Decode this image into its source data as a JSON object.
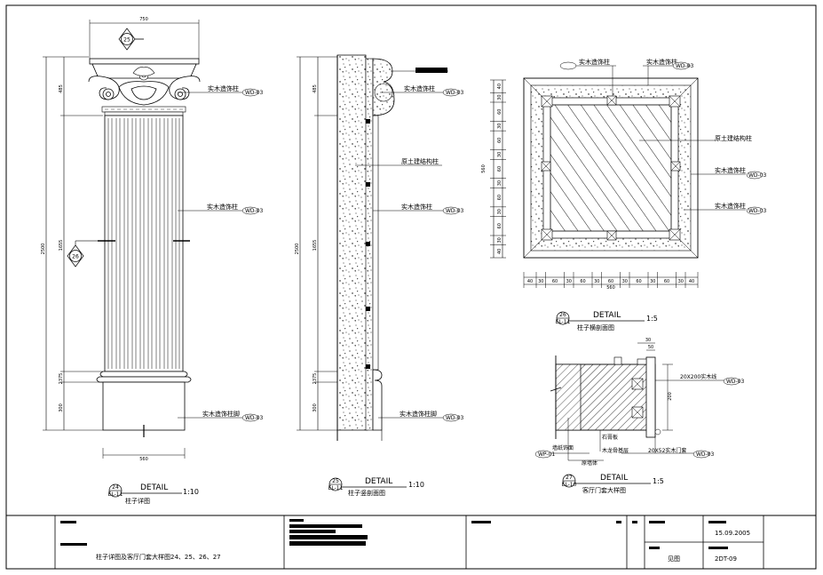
{
  "drawing": {
    "colors": {
      "line": "#000000",
      "paper": "#ffffff",
      "redaction": "#000000"
    },
    "details": [
      {
        "id": "detail-24",
        "num": "24",
        "sheet": "EL-11",
        "header": "DETAIL",
        "scale": "1:10",
        "subtitle": "柱子详图",
        "dims": {
          "top_width": "750",
          "base_width": "560",
          "total_height": "2500",
          "capital_h": "485",
          "shaft_h": "1655",
          "base_ring": "2375",
          "plinth_h": "300"
        },
        "callouts": [
          {
            "text": "实木造饰柱",
            "ref": "WD-03"
          },
          {
            "text": "实木造饰柱",
            "ref": "WD-03"
          },
          {
            "text": "实木造饰柱脚",
            "ref": "WD-03"
          }
        ],
        "bubble_top": "25",
        "bubble_mid": "26"
      },
      {
        "id": "detail-25",
        "num": "25",
        "sheet": "EL-11",
        "header": "DETAIL",
        "scale": "1:10",
        "subtitle": "柱子竖剖面图",
        "dims": {
          "total_height": "2500",
          "capital_h": "485",
          "shaft_h": "1655",
          "base_ring": "2375",
          "plinth_h": "300"
        },
        "callouts": [
          {
            "text": "实木造饰柱",
            "ref": "WD-03"
          },
          {
            "text": "原土建结构柱",
            "ref": ""
          },
          {
            "text": "实木造饰柱",
            "ref": "WD-03"
          },
          {
            "text": "实木造饰柱脚",
            "ref": "WD-03"
          }
        ]
      },
      {
        "id": "detail-26",
        "num": "26",
        "sheet": "EL-11",
        "header": "DETAIL",
        "scale": "1:5",
        "subtitle": "柱子横剖面图",
        "dims": {
          "overall": "560",
          "left_total": "560",
          "side_segments": [
            "40",
            "30",
            "60",
            "30",
            "60",
            "30",
            "60",
            "30",
            "60",
            "30",
            "60",
            "30",
            "40"
          ]
        },
        "callouts": [
          {
            "text": "实木造饰柱",
            "ref": "WD-03"
          },
          {
            "text": "实木造饰柱",
            "ref": "WD-03"
          },
          {
            "text": "原土建结构柱",
            "ref": ""
          },
          {
            "text": "实木造饰柱",
            "ref": "WD-03"
          },
          {
            "text": "实木造饰柱",
            "ref": "WD-03"
          }
        ]
      },
      {
        "id": "detail-27",
        "num": "27",
        "sheet": "EL-10",
        "header": "DETAIL",
        "scale": "1:5",
        "subtitle": "客厅门套大样图",
        "dims": {
          "depth": "200",
          "top_a": "30",
          "top_b": "50"
        },
        "callouts": [
          {
            "text": "20X200实木线",
            "ref": "WD-03"
          },
          {
            "text": "原墙体",
            "ref": ""
          },
          {
            "text": "石膏板",
            "ref": ""
          },
          {
            "text": "木龙骨基层",
            "ref": ""
          },
          {
            "text": "墙纸饰面",
            "ref": "WP-01"
          },
          {
            "text": "20X52实木门套",
            "ref": "WD-03"
          }
        ]
      }
    ]
  },
  "title_block": {
    "drawing_title": "柱子详图及客厅门套大样图24、25、26、27",
    "date": "15.09.2005",
    "drawing_no": "2DT-09",
    "remark": "见图"
  }
}
